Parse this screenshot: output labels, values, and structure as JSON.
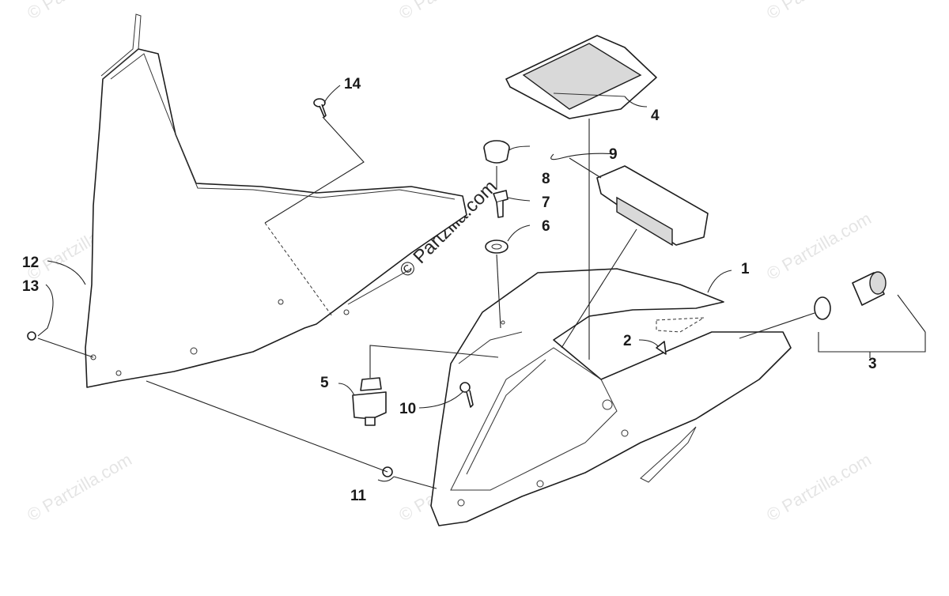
{
  "callouts": [
    {
      "id": "1",
      "label": "1"
    },
    {
      "id": "2",
      "label": "2"
    },
    {
      "id": "3",
      "label": "3"
    },
    {
      "id": "4",
      "label": "4"
    },
    {
      "id": "5",
      "label": "5"
    },
    {
      "id": "6",
      "label": "6"
    },
    {
      "id": "7",
      "label": "7"
    },
    {
      "id": "8",
      "label": "8"
    },
    {
      "id": "9",
      "label": "9"
    },
    {
      "id": "10",
      "label": "10"
    },
    {
      "id": "11",
      "label": "11"
    },
    {
      "id": "12",
      "label": "12"
    },
    {
      "id": "13",
      "label": "13"
    },
    {
      "id": "14",
      "label": "14"
    }
  ],
  "watermark": {
    "text": "© Partzilla.com",
    "center_text": "© Partzilla.com"
  }
}
